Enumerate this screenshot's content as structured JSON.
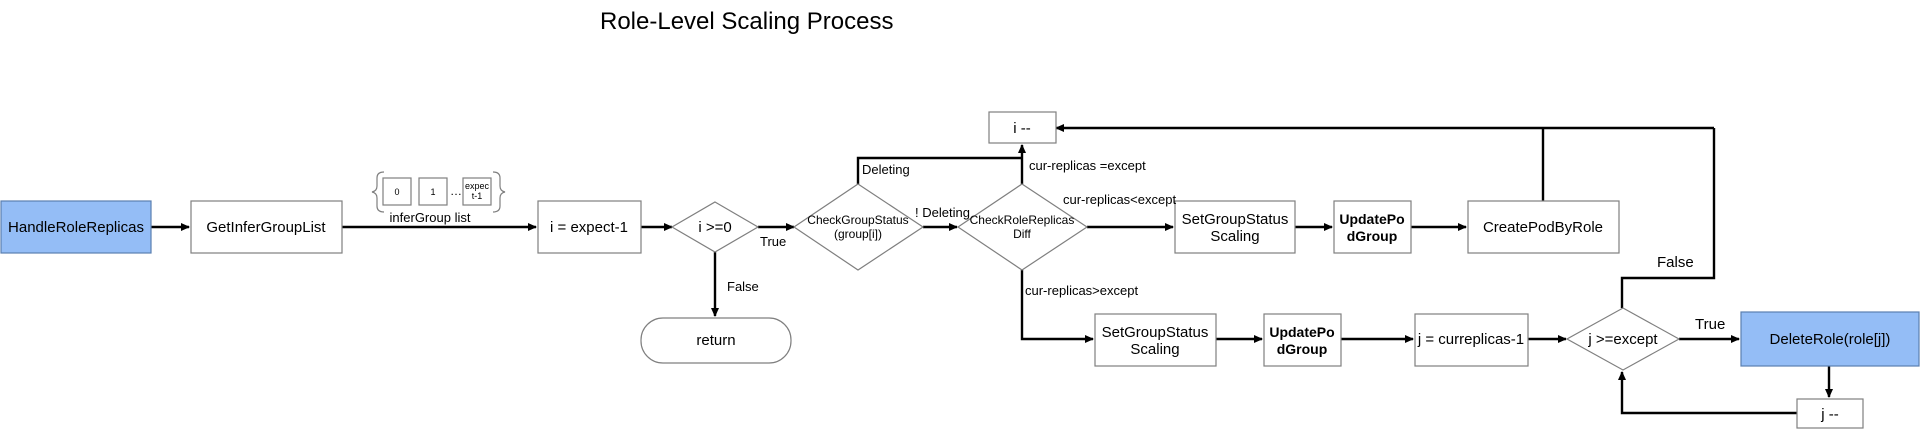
{
  "title": "Role-Level Scaling Process",
  "nodes": {
    "handle_role_replicas": "HandleRoleReplicas",
    "get_infer_group_list": "GetInferGroupList",
    "i_assign": "i = expect-1",
    "i_check": "i >=0",
    "return": "return",
    "check_group_status_line1": "CheckGroupStatus",
    "check_group_status_line2": "(group[i])",
    "check_role_replicas_line1": "CheckRoleReplicas",
    "check_role_replicas_line2": "Diff",
    "i_decrement": "i --",
    "set_group_status_top_line1": "SetGroupStatus",
    "set_group_status_top_line2": "Scaling",
    "update_pod_group_top_line1": "UpdatePo",
    "update_pod_group_top_line2": "dGroup",
    "create_pod_by_role": "CreatePodByRole",
    "set_group_status_bottom_line1": "SetGroupStatus",
    "set_group_status_bottom_line2": "Scaling",
    "update_pod_group_bottom_line1": "UpdatePo",
    "update_pod_group_bottom_line2": "dGroup",
    "j_assign": "j = curreplicas-1",
    "j_check": "j >=except",
    "delete_role": "DeleteRole(role[j])",
    "j_decrement": "j --"
  },
  "infer_group_list": {
    "items": [
      "0",
      "1"
    ],
    "ellipsis": "…",
    "last_line1": "expec",
    "last_line2": "t-1",
    "caption": "inferGroup list"
  },
  "edge_labels": {
    "i_true": "True",
    "i_false": "False",
    "deleting": "Deleting",
    "not_deleting": "! Deleting",
    "equal": "cur-replicas =except",
    "less": "cur-replicas<except",
    "greater": "cur-replicas>except",
    "j_true": "True",
    "j_false": "False"
  }
}
